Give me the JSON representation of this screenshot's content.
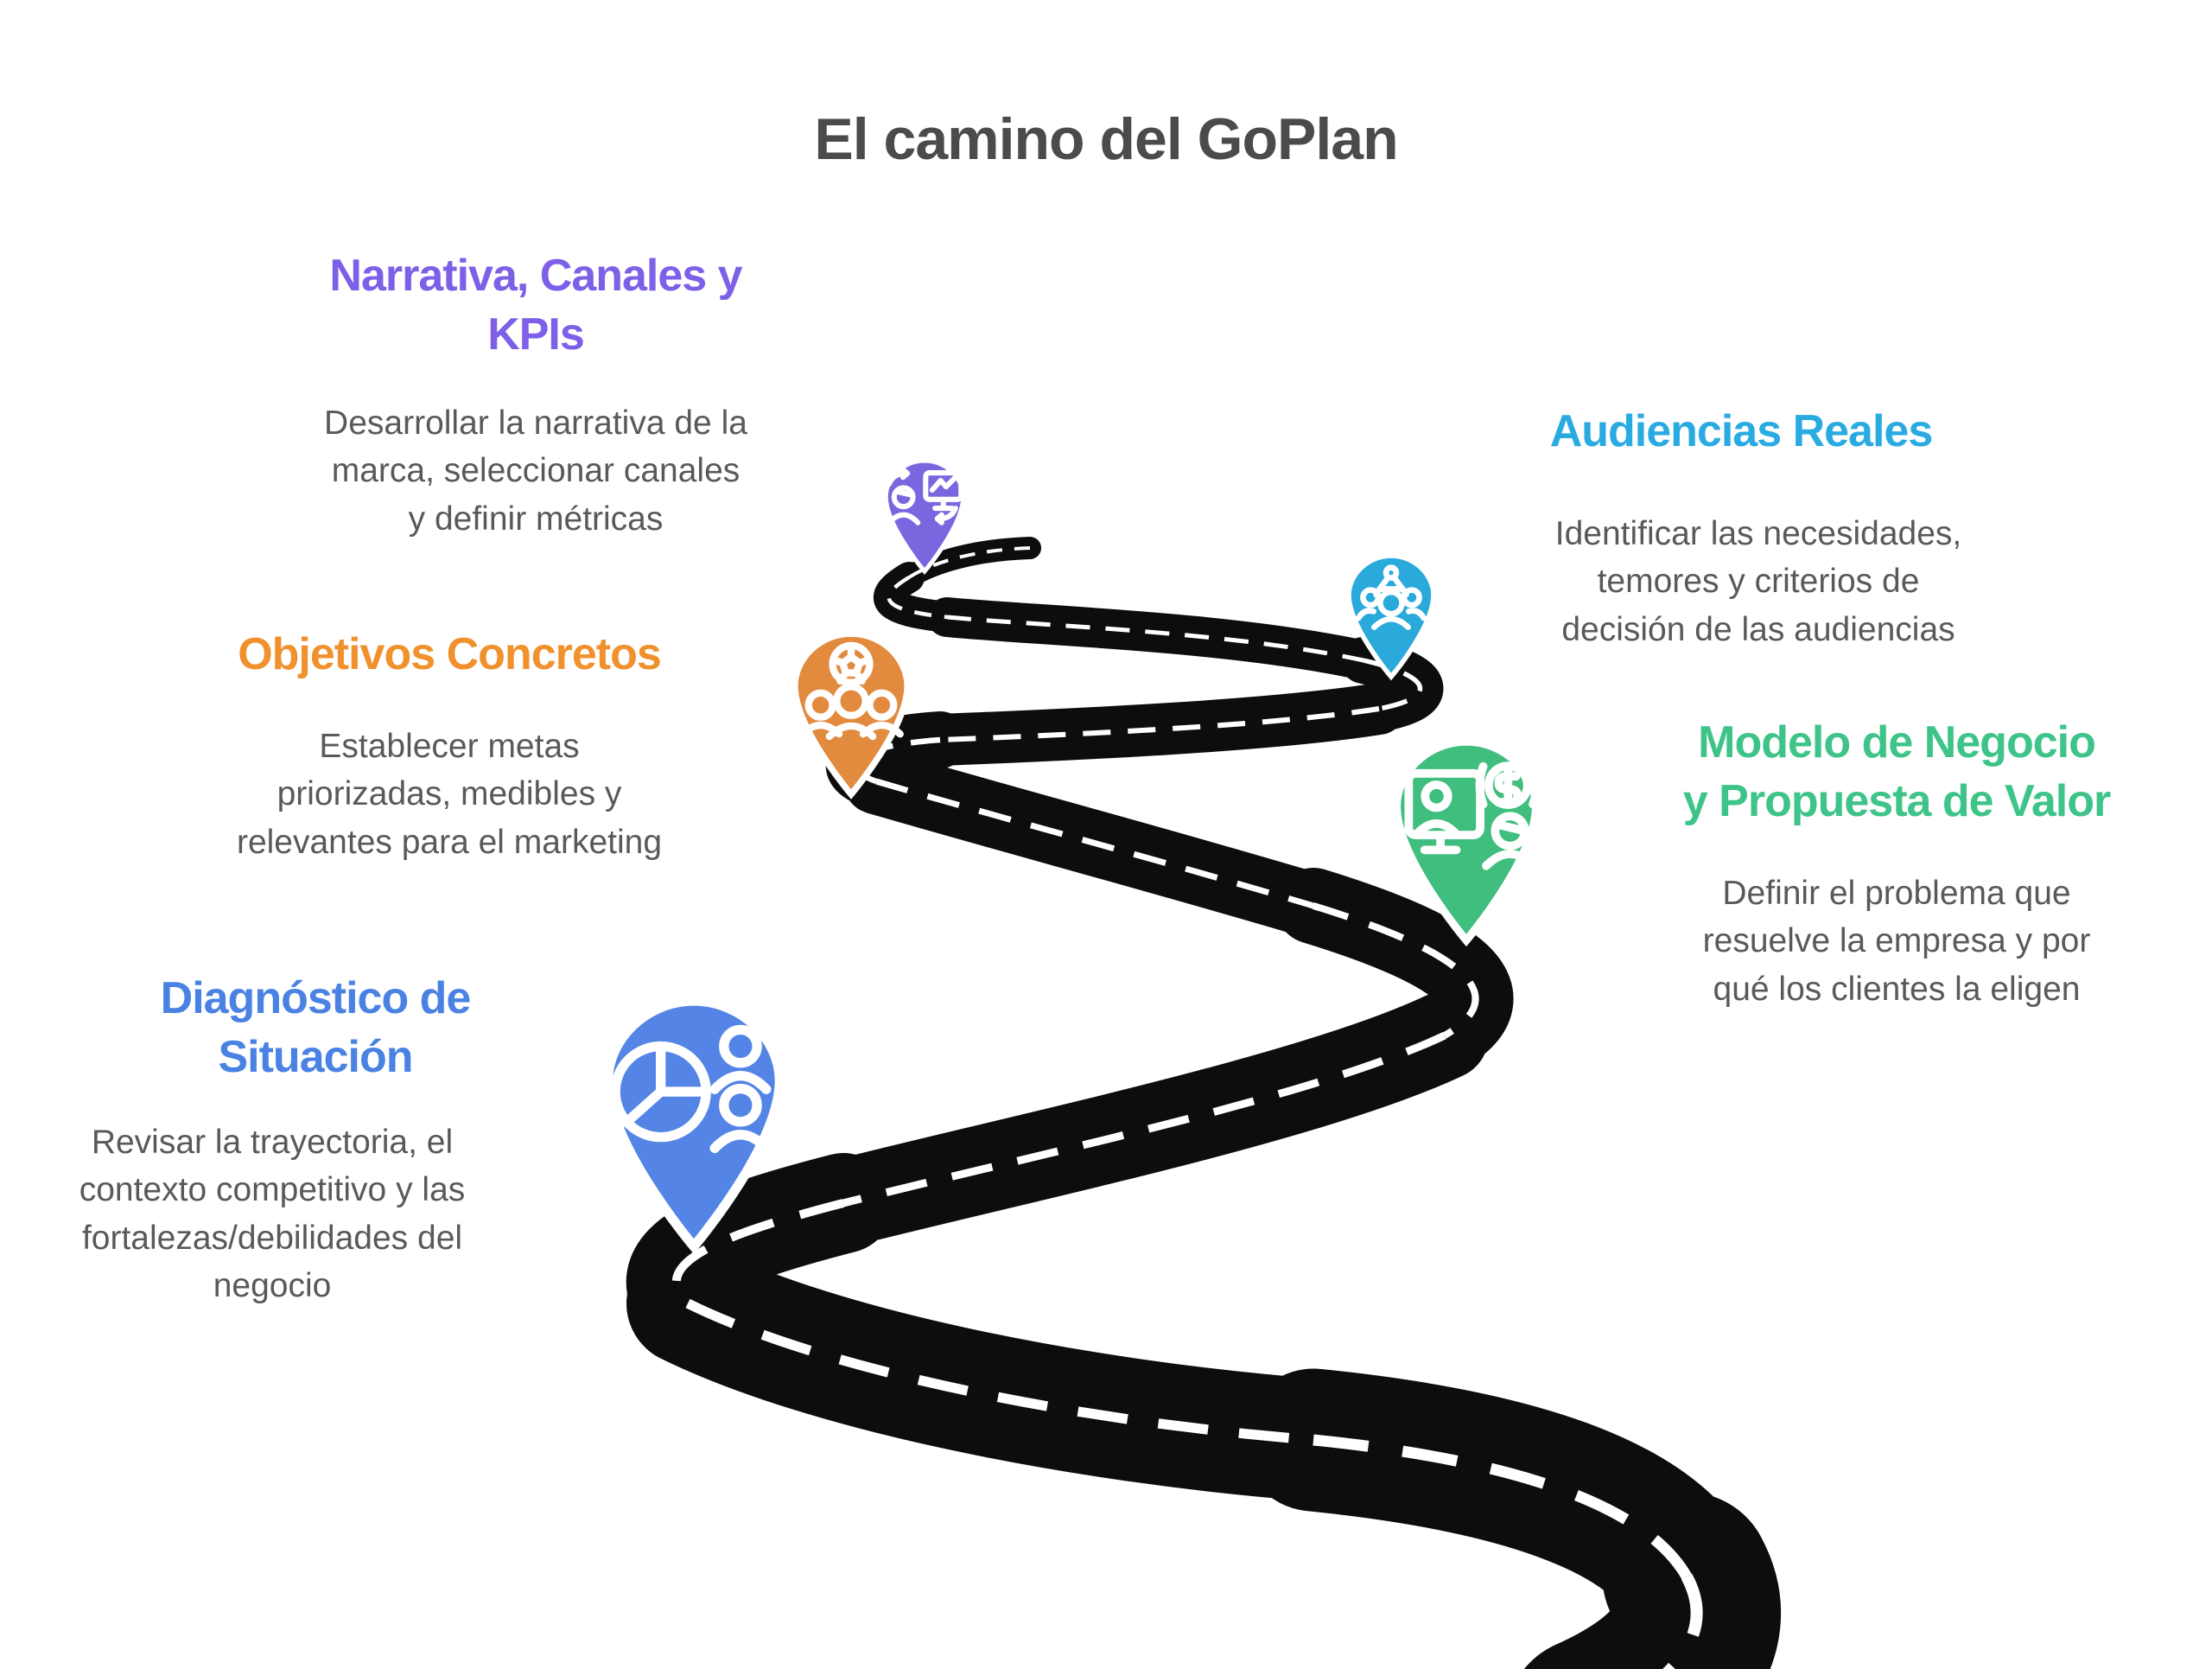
{
  "title": "El camino del GoPlan",
  "colors": {
    "title_text": "#4a4b4d",
    "body_text": "#58595b",
    "road": "#0d0d0d",
    "road_center_line": "#ffffff",
    "pin_outline": "#ffffff"
  },
  "steps": [
    {
      "id": "diagnostico",
      "heading": "Diagnóstico de\nSituación",
      "description": "Revisar la trayectoria, el\ncontexto competitivo y las\nfortalezas/debilidades del\nnegocio",
      "heading_color": "#4a82e4",
      "pin_color": "#5484e6",
      "icon": "pie-chart-people-icon"
    },
    {
      "id": "modelo",
      "heading": "Modelo de Negocio\ny Propuesta de Valor",
      "description": "Definir el problema que\nresuelve la empresa y por\nqué los clientes la eligen",
      "heading_color": "#3ec488",
      "pin_color": "#3fbe7e",
      "icon": "business-value-monitor-icon"
    },
    {
      "id": "objetivos",
      "heading": "Objetivos Concretos",
      "description": "Establecer metas\npriorizadas, medibles y\nrelevantes para el marketing",
      "heading_color": "#f0912d",
      "pin_color": "#e28a3d",
      "icon": "team-goal-ball-icon"
    },
    {
      "id": "audiencias",
      "heading": "Audiencias Reales",
      "description": "Identificar las necesidades,\ntemores y criterios de\ndecisión de las audiencias",
      "heading_color": "#29abe2",
      "pin_color": "#2aa9db",
      "icon": "audience-compass-icon"
    },
    {
      "id": "narrativa",
      "heading": "Narrativa, Canales y\nKPIs",
      "description": "Desarrollar la narrativa de la\nmarca, seleccionar canales\ny definir métricas",
      "heading_color": "#7d5fe8",
      "pin_color": "#7a67e0",
      "icon": "person-analytics-sync-icon"
    }
  ]
}
